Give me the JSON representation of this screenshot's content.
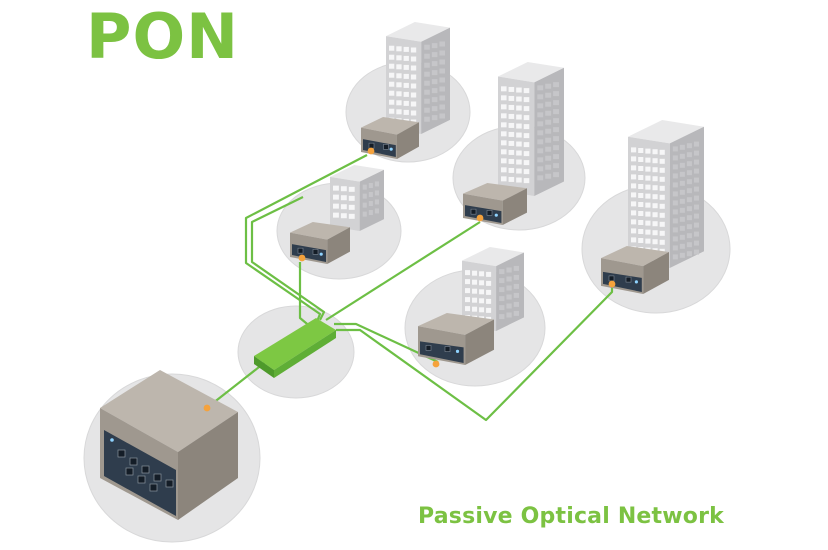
{
  "title": "PON",
  "subtitle": "Passive Optical Network",
  "colors": {
    "accent": "#7cc242",
    "fiber": "#6dbf45",
    "splitter": "#7dc843",
    "splitter_dark": "#4e9a2b",
    "port": "#f5a23c",
    "disc": "#e5e5e6",
    "box_top": "#bdb6ad",
    "box_left": "#9f988f",
    "box_front": "#8c857c",
    "panel": "#2f3d4d",
    "building_light": "#e9e9ea",
    "building_mid": "#d2d2d4",
    "building_dark": "#b8b8bb",
    "window": "#c6c6c9"
  },
  "nodes": [
    {
      "id": "olt",
      "role": "OLT"
    },
    {
      "id": "splitter",
      "role": "splitter"
    },
    {
      "id": "onu-1",
      "role": "ONU",
      "building": "tall"
    },
    {
      "id": "onu-2",
      "role": "ONU",
      "building": "small"
    },
    {
      "id": "onu-3",
      "role": "ONU",
      "building": "tall"
    },
    {
      "id": "onu-4",
      "role": "ONU",
      "building": "small"
    },
    {
      "id": "onu-5",
      "role": "ONU",
      "building": "tall"
    }
  ],
  "edges": [
    {
      "from": "olt",
      "to": "splitter"
    },
    {
      "from": "splitter",
      "to": "onu-1"
    },
    {
      "from": "splitter",
      "to": "onu-2"
    },
    {
      "from": "splitter",
      "to": "onu-3"
    },
    {
      "from": "splitter",
      "to": "onu-4"
    },
    {
      "from": "splitter",
      "to": "onu-5"
    }
  ]
}
